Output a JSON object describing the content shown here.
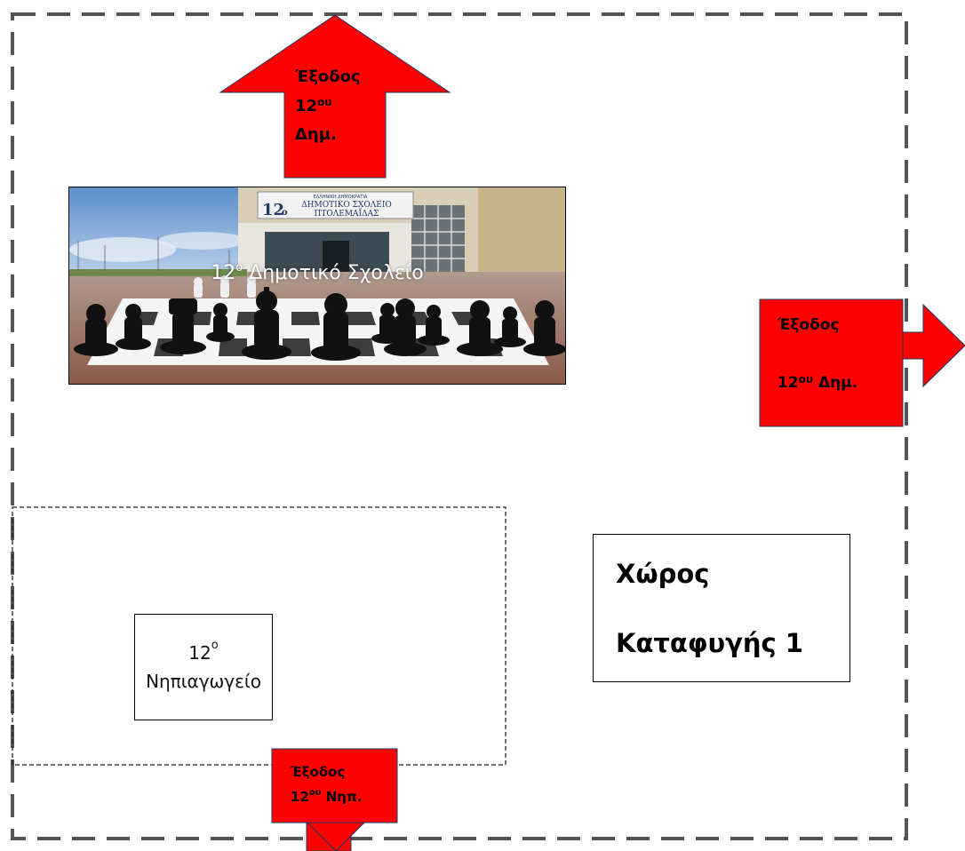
{
  "colors": {
    "exit_fill": "#ff0000",
    "outline": "#000000",
    "dashed_border": "#555555",
    "sky": "#7fa9d4"
  },
  "exits": {
    "top": {
      "line1": "Έξοδος",
      "number": "12",
      "suffix": "ου",
      "line3": "Δημ."
    },
    "right": {
      "line1": "Έξοδος",
      "number": "12",
      "suffix": "ου",
      "line2_rest": "Δημ."
    },
    "bottom": {
      "line1": "Έξοδος",
      "number": "12",
      "suffix": "ου",
      "line2_rest": "Νηπ."
    }
  },
  "photo": {
    "caption_number": "12",
    "caption_suffix": "ο",
    "caption_rest": "Δημοτικό Σχολείο",
    "sign_line1": "ΕΛΛΗΝΙΚΗ ΔΗΜΟΚΡΑΤΙΑ",
    "sign_number": "12",
    "sign_suffix": "ο",
    "sign_line2": "ΔΗΜΟΤΙΚΟ ΣΧΟΛΕΙΟ",
    "sign_line3": "ΠΤΟΛΕΜΑΪΔΑΣ"
  },
  "kindergarten": {
    "number": "12",
    "suffix": "ο",
    "name": "Νηπιαγωγείο"
  },
  "shelter": {
    "line1": "Χώρος",
    "line2": "Καταφυγής 1"
  }
}
